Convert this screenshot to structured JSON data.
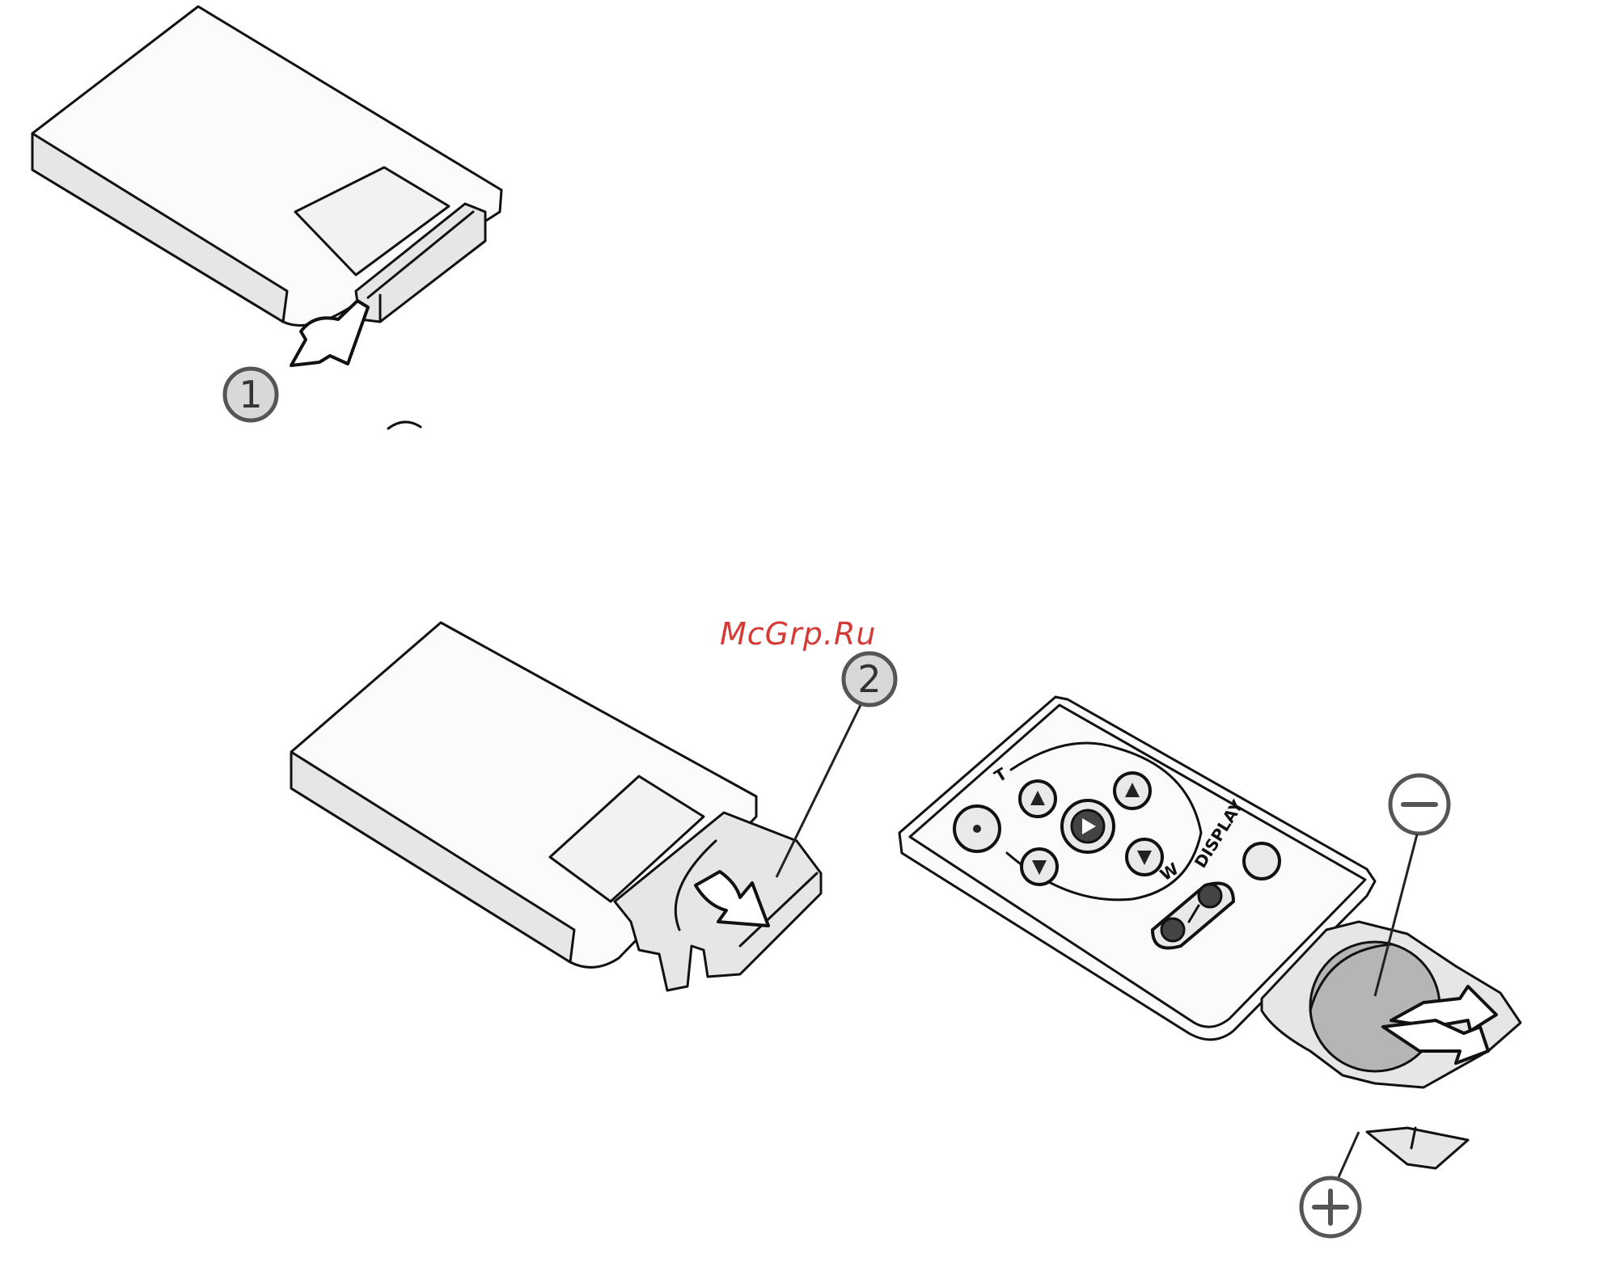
{
  "watermark": "McGrp.Ru",
  "steps": [
    {
      "label": "1"
    },
    {
      "label": "2"
    }
  ],
  "remote_labels": {
    "t": "T",
    "w": "W",
    "display": "DISPLAY"
  },
  "polarity": {
    "negative": "minus-symbol",
    "positive": "plus-symbol"
  },
  "colors": {
    "line": "#111111",
    "badge_fill": "#d8d8d8",
    "battery": "#b5b5b5",
    "watermark": "#d43a36"
  }
}
